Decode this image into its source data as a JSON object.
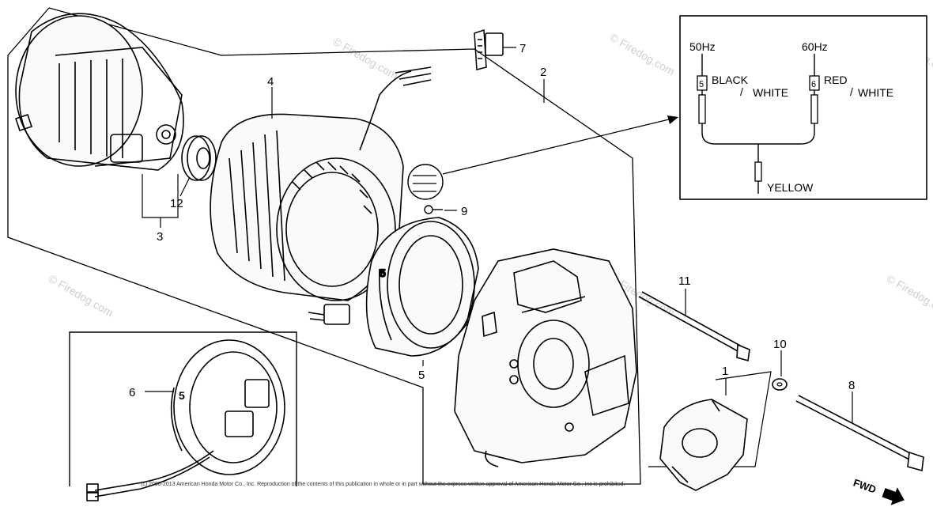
{
  "diagram": {
    "callouts": [
      "1",
      "2",
      "3",
      "4",
      "5",
      "6",
      "7",
      "8",
      "9",
      "10",
      "11",
      "12"
    ],
    "inset": {
      "hz50": "50Hz",
      "hz60": "60Hz",
      "connector_a": "5",
      "connector_b": "6",
      "black": "BLACK",
      "red": "RED",
      "white_a": "WHITE",
      "white_b": "WHITE",
      "slash": "/",
      "yellow": "YELLOW"
    },
    "fwd_label": "FWD",
    "watermark": "© Firedog.com",
    "copyright": "(c) 2008-2013 American Honda Motor Co., Inc. Reproduction of the contents of this publication in whole or in part without the express written approval of American Honda Motor Co., Inc is prohibited."
  }
}
